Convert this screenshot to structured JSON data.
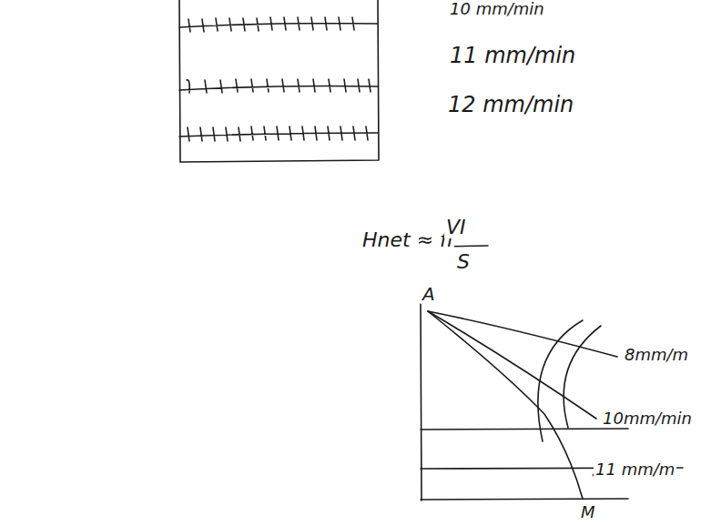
{
  "diagram": {
    "labels": [
      "10 mm/min",
      "11 mm/min",
      "12 mm/min",
      "Hnet ≈ fl",
      "VI",
      "S",
      "A",
      "8mm/m",
      "10mm/min",
      "11 mm/m",
      "M"
    ]
  }
}
